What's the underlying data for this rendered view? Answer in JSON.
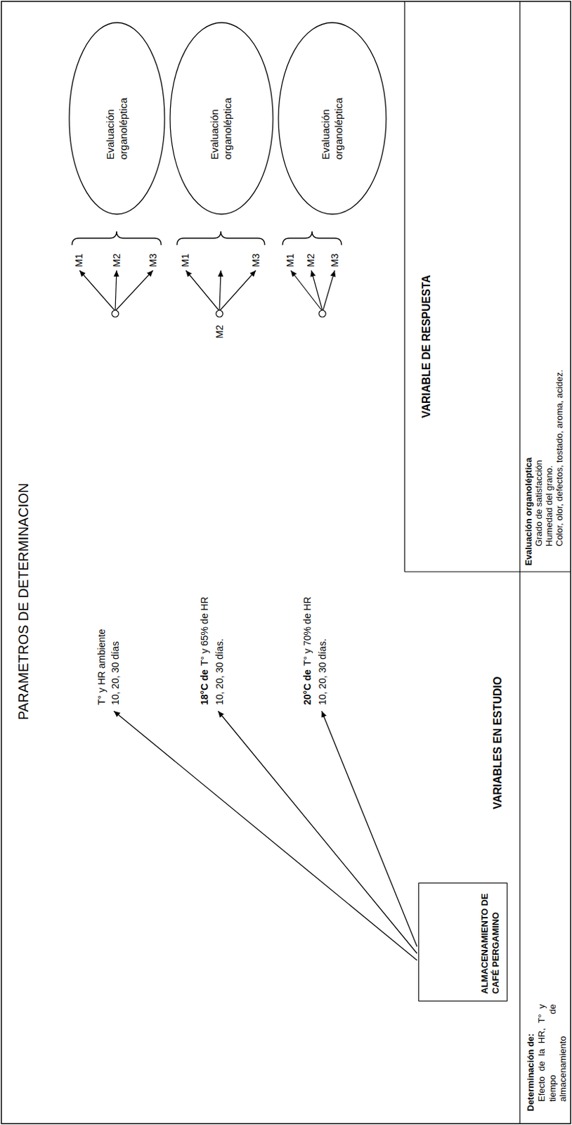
{
  "diagram": {
    "nodes": [
      {
        "text": [
          "ALMACENAMIENTO DE CAFÉ PERGAMINO"
        ]
      },
      {
        "text": [
          "Evaluación organoléptica"
        ]
      },
      {
        "text": [
          "Evaluación organoléptica"
        ]
      },
      {
        "text": [
          "Evaluación organoléptica"
        ]
      }
    ],
    "labels": [
      "PARAMETROS DE DETERMINACION",
      "T° y HR ambiente",
      "10, 20, 30 días",
      "M1",
      "M2",
      "M3",
      "18°C de",
      "T° y 65% de HR",
      "10, 20, 30 días.",
      "M2",
      "M1",
      "M3",
      "20°C de",
      "T° y 70% de HR",
      "10, 20, 30 días.",
      "M1",
      "M2",
      "M3",
      "VARIABLES EN ESTUDIO",
      "VARIABLE DE RESPUESTA",
      "Determinación de:",
      "Efecto de la HR, T° y tiempo de almacenamiento",
      "Evaluación organoléptica",
      "Grado de satisfacción",
      "Humedad del grano.",
      "Color, olor, defectos, tostado, aroma, acidez."
    ]
  }
}
